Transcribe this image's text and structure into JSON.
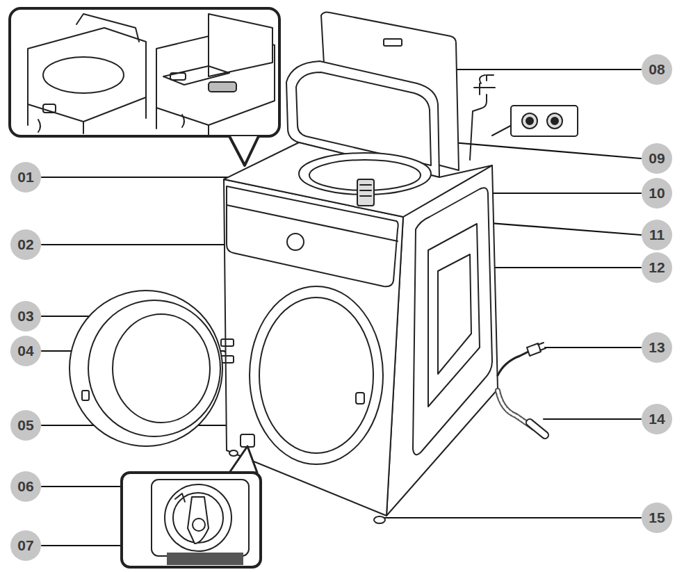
{
  "diagram": {
    "nodes": [
      {
        "text": [
          "08"
        ]
      },
      {
        "text": [
          "09"
        ]
      },
      {
        "text": [
          "01"
        ]
      },
      {
        "text": [
          "10"
        ]
      },
      {
        "text": [
          "11"
        ]
      },
      {
        "text": [
          "02"
        ]
      },
      {
        "text": [
          "12"
        ]
      },
      {
        "text": [
          "03"
        ]
      },
      {
        "text": [
          "04"
        ]
      },
      {
        "text": [
          "13"
        ]
      },
      {
        "text": [
          "05"
        ]
      },
      {
        "text": [
          "14"
        ]
      },
      {
        "text": [
          "06"
        ]
      },
      {
        "text": [
          "15"
        ]
      },
      {
        "text": [
          "07"
        ]
      }
    ]
  }
}
